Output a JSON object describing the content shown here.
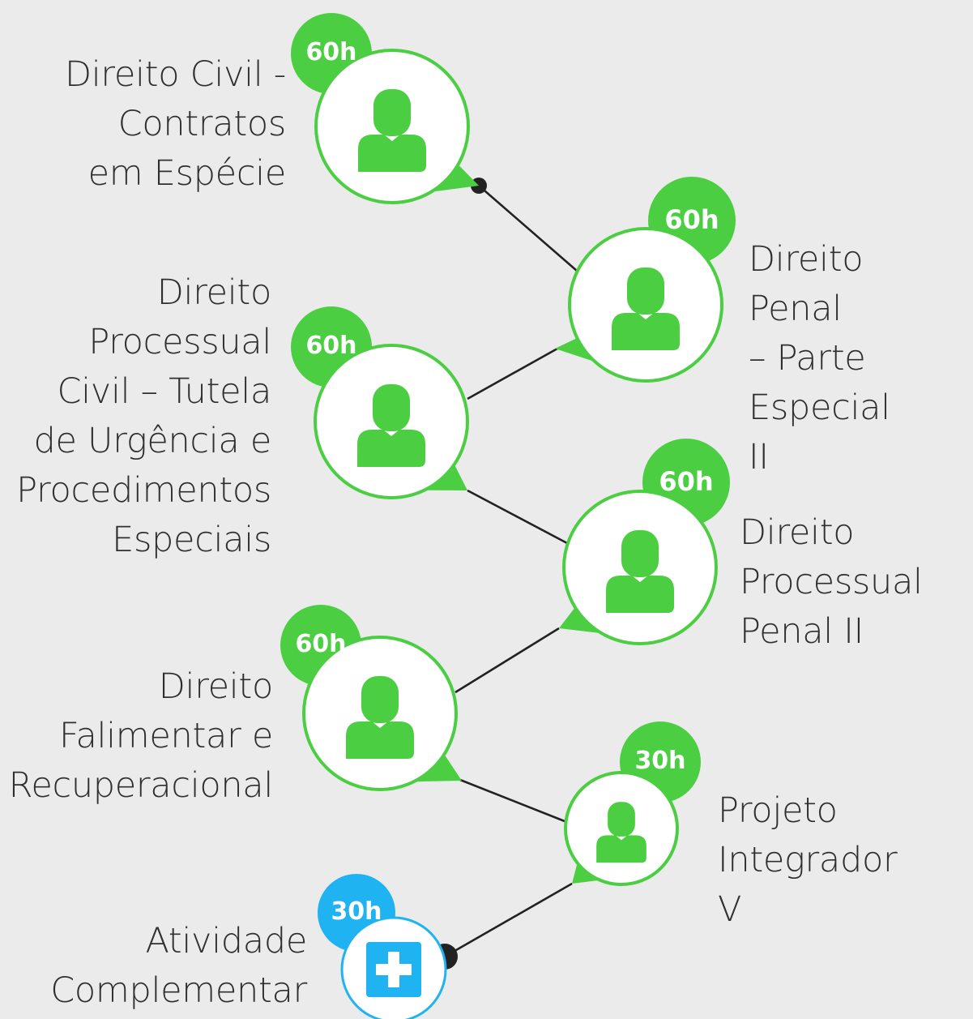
{
  "colors": {
    "background": "#ebebeb",
    "green": "#4cce43",
    "green_stroke": "#4cce43",
    "blue": "#1fb3f2",
    "line": "#222222",
    "text": "#2f2f2f"
  },
  "courses": [
    {
      "name": "Direito Civil -\nContratos\nem Espécie",
      "hours": "60h",
      "kind": "course",
      "icon": "person-icon"
    },
    {
      "name": "Direito Penal\n– Parte\nEspecial II",
      "hours": "60h",
      "kind": "course",
      "icon": "person-icon"
    },
    {
      "name": "Direito\nProcessual\nCivil – Tutela\nde Urgência e\nProcedimentos\nEspeciais",
      "hours": "60h",
      "kind": "course",
      "icon": "person-icon"
    },
    {
      "name": "Direito\nProcessual\nPenal II",
      "hours": "60h",
      "kind": "course",
      "icon": "person-icon"
    },
    {
      "name": "Direito\nFalimentar e\nRecuperacional",
      "hours": "60h",
      "kind": "course",
      "icon": "person-icon"
    },
    {
      "name": "Projeto\nIntegrador V",
      "hours": "30h",
      "kind": "course",
      "icon": "person-icon"
    },
    {
      "name": "Atividade\nComplementar",
      "hours": "30h",
      "kind": "complementary",
      "icon": "plus-icon"
    }
  ]
}
